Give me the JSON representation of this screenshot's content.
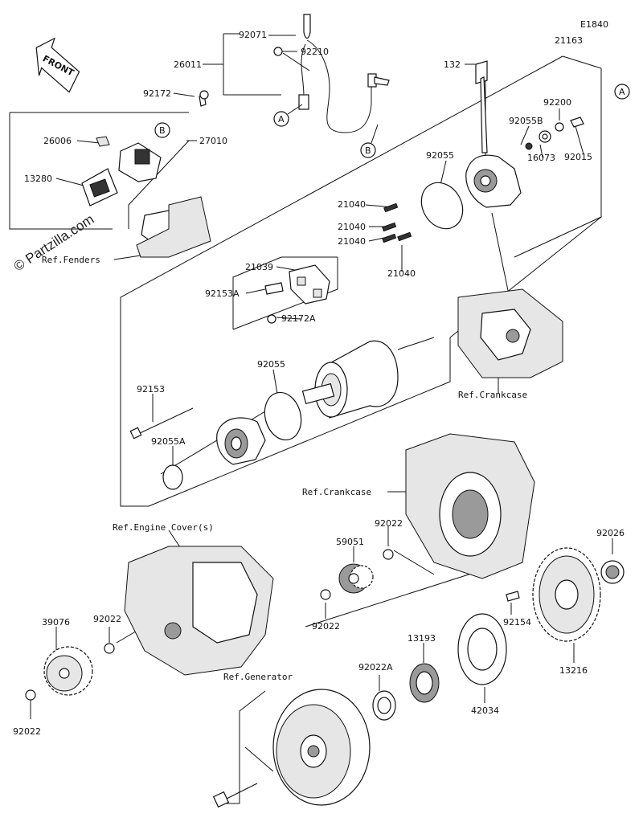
{
  "diagram": {
    "code": "E1840",
    "front_label": "FRONT",
    "watermark": "© Partzilla.com",
    "callouts": {
      "a": "A",
      "b": "B"
    },
    "refs": {
      "fenders": "Ref.Fenders",
      "crankcase_upper": "Ref.Crankcase",
      "crankcase_lower": "Ref.Crankcase",
      "engine_covers": "Ref.Engine Cover(s)",
      "generator": "Ref.Generator"
    },
    "parts": {
      "p92071": "92071",
      "p26011": "26011",
      "p92210": "92210",
      "p92172": "92172",
      "p27010": "27010",
      "p26006": "26006",
      "p13280": "13280",
      "p21163": "21163",
      "p132": "132",
      "p92200": "92200",
      "p92055B": "92055B",
      "p92015": "92015",
      "p16073": "16073",
      "p92055_top": "92055",
      "p21040_a": "21040",
      "p21040_b": "21040",
      "p21040_c": "21040",
      "p21040_d": "21040",
      "p21039": "21039",
      "p92153A": "92153A",
      "p92172A": "92172A",
      "p92055_mid": "92055",
      "p92153": "92153",
      "p92055A": "92055A",
      "p92022_a": "92022",
      "p59051": "59051",
      "p92022_b": "92022",
      "p92026": "92026",
      "p39076": "39076",
      "p92022_c": "92022",
      "p92154": "92154",
      "p13193": "13193",
      "p92022A": "92022A",
      "p13216": "13216",
      "p42034": "42034",
      "p92022_d": "92022"
    }
  }
}
